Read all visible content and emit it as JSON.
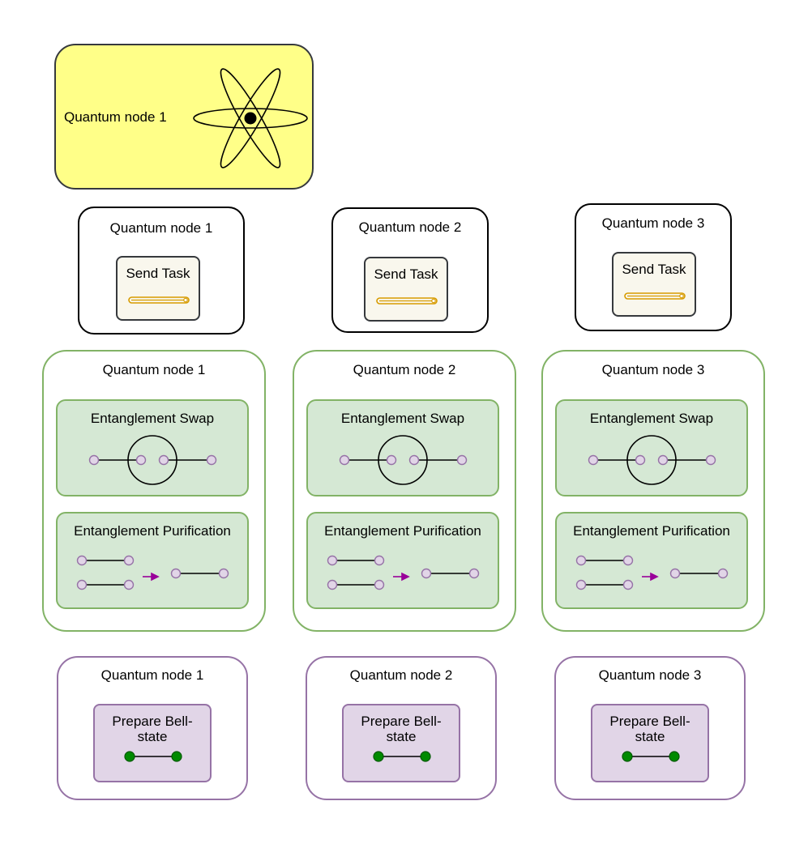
{
  "atom_node": {
    "label": "Quantum node 1"
  },
  "send_nodes": [
    {
      "title": "Quantum node 1",
      "task": "Send Task"
    },
    {
      "title": "Quantum node 2",
      "task": "Send Task"
    },
    {
      "title": "Quantum node 3",
      "task": "Send Task"
    }
  ],
  "entanglement_nodes": [
    {
      "title": "Quantum node 1",
      "swap": "Entanglement Swap",
      "purification": "Entanglement Purification"
    },
    {
      "title": "Quantum node 2",
      "swap": "Entanglement Swap",
      "purification": "Entanglement Purification"
    },
    {
      "title": "Quantum node 3",
      "swap": "Entanglement Swap",
      "purification": "Entanglement Purification"
    }
  ],
  "bell_nodes": [
    {
      "title": "Quantum node 1",
      "task_line1": "Prepare Bell-",
      "task_line2": "state"
    },
    {
      "title": "Quantum node 2",
      "task_line1": "Prepare Bell-",
      "task_line2": "state"
    },
    {
      "title": "Quantum node 3",
      "task_line1": "Prepare Bell-",
      "task_line2": "state"
    }
  ],
  "colors": {
    "atom_fill": "#ffff88",
    "send_task_fill": "#f9f7ed",
    "send_icon": "#d79b00",
    "green_fill": "#d5e8d4",
    "green_stroke": "#82b366",
    "purple_fill": "#e1d5e7",
    "purple_stroke": "#9673a6",
    "qubit_fill": "#e1d5e7",
    "arrow": "#990099",
    "bell_dot": "#008a00"
  }
}
